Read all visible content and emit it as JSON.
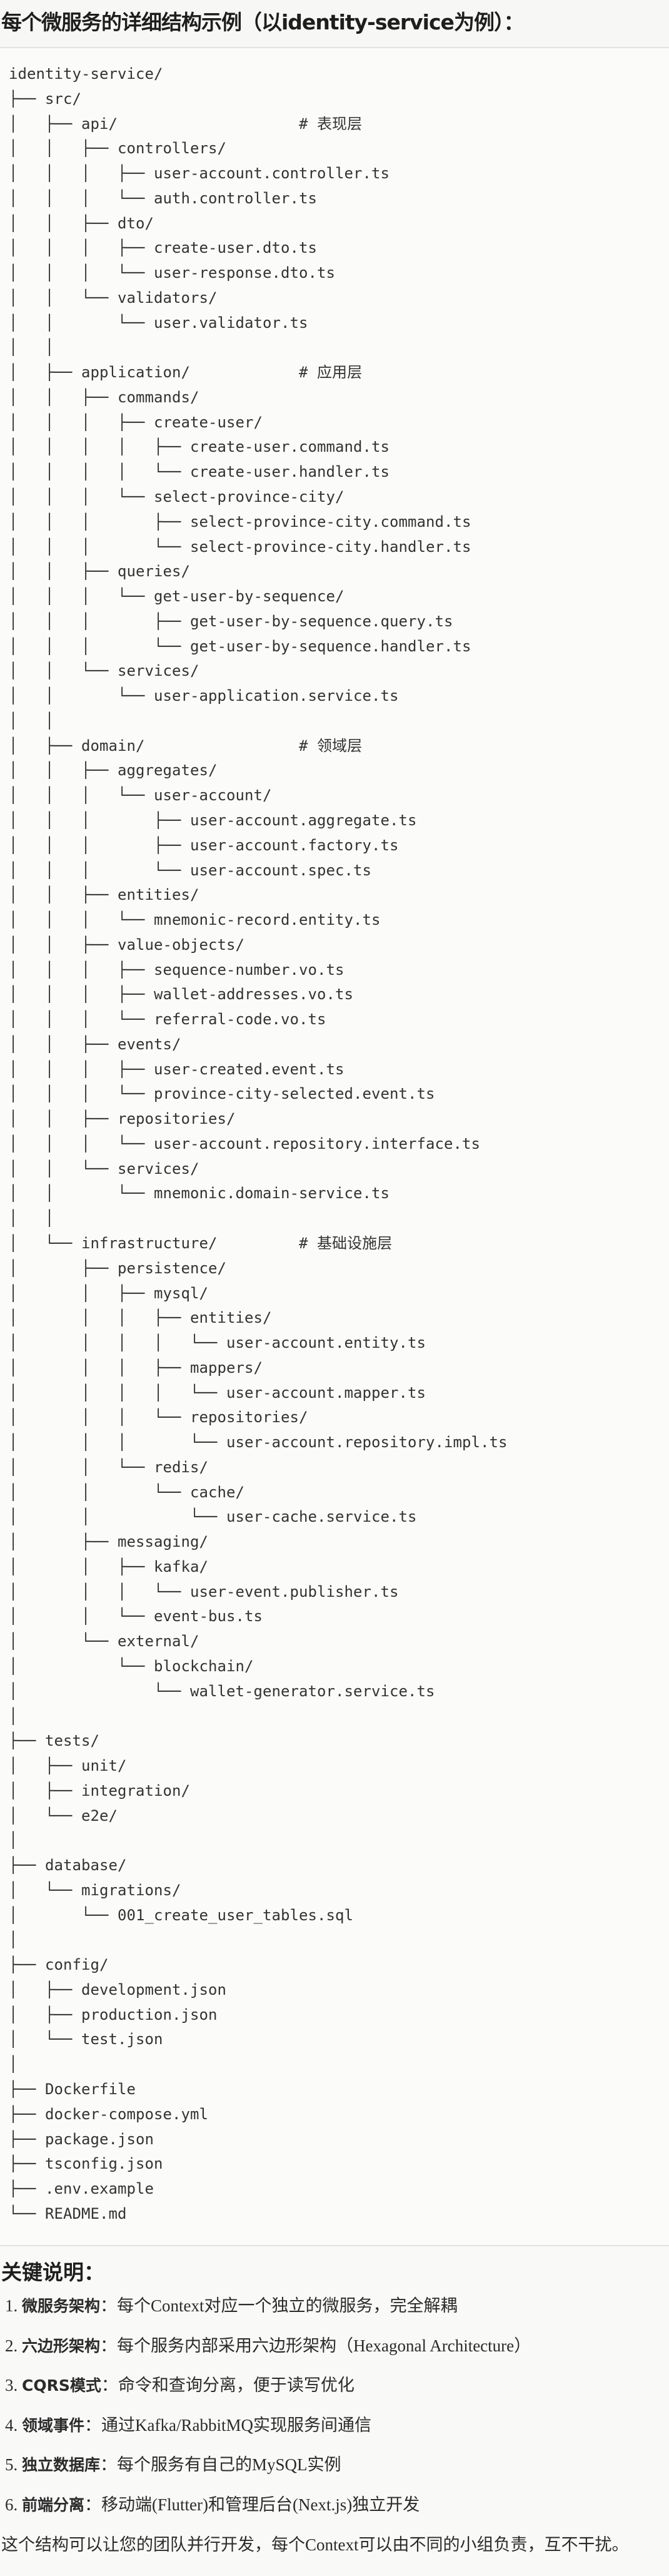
{
  "title": "每个微服务的详细结构示例（以identity-service为例）：",
  "tree": [
    "identity-service/",
    "├── src/",
    "│   ├── api/                    # 表现层",
    "│   │   ├── controllers/",
    "│   │   │   ├── user-account.controller.ts",
    "│   │   │   └── auth.controller.ts",
    "│   │   ├── dto/",
    "│   │   │   ├── create-user.dto.ts",
    "│   │   │   └── user-response.dto.ts",
    "│   │   └── validators/",
    "│   │       └── user.validator.ts",
    "│   │",
    "│   ├── application/            # 应用层",
    "│   │   ├── commands/",
    "│   │   │   ├── create-user/",
    "│   │   │   │   ├── create-user.command.ts",
    "│   │   │   │   └── create-user.handler.ts",
    "│   │   │   └── select-province-city/",
    "│   │   │       ├── select-province-city.command.ts",
    "│   │   │       └── select-province-city.handler.ts",
    "│   │   ├── queries/",
    "│   │   │   └── get-user-by-sequence/",
    "│   │   │       ├── get-user-by-sequence.query.ts",
    "│   │   │       └── get-user-by-sequence.handler.ts",
    "│   │   └── services/",
    "│   │       └── user-application.service.ts",
    "│   │",
    "│   ├── domain/                 # 领域层",
    "│   │   ├── aggregates/",
    "│   │   │   └── user-account/",
    "│   │   │       ├── user-account.aggregate.ts",
    "│   │   │       ├── user-account.factory.ts",
    "│   │   │       └── user-account.spec.ts",
    "│   │   ├── entities/",
    "│   │   │   └── mnemonic-record.entity.ts",
    "│   │   ├── value-objects/",
    "│   │   │   ├── sequence-number.vo.ts",
    "│   │   │   ├── wallet-addresses.vo.ts",
    "│   │   │   └── referral-code.vo.ts",
    "│   │   ├── events/",
    "│   │   │   ├── user-created.event.ts",
    "│   │   │   └── province-city-selected.event.ts",
    "│   │   ├── repositories/",
    "│   │   │   └── user-account.repository.interface.ts",
    "│   │   └── services/",
    "│   │       └── mnemonic.domain-service.ts",
    "│   │",
    "│   └── infrastructure/         # 基础设施层",
    "│       ├── persistence/",
    "│       │   ├── mysql/",
    "│       │   │   ├── entities/",
    "│       │   │   │   └── user-account.entity.ts",
    "│       │   │   ├── mappers/",
    "│       │   │   │   └── user-account.mapper.ts",
    "│       │   │   └── repositories/",
    "│       │   │       └── user-account.repository.impl.ts",
    "│       │   └── redis/",
    "│       │       └── cache/",
    "│       │           └── user-cache.service.ts",
    "│       ├── messaging/",
    "│       │   ├── kafka/",
    "│       │   │   └── user-event.publisher.ts",
    "│       │   └── event-bus.ts",
    "│       └── external/",
    "│           └── blockchain/",
    "│               └── wallet-generator.service.ts",
    "│",
    "├── tests/",
    "│   ├── unit/",
    "│   ├── integration/",
    "│   └── e2e/",
    "│",
    "├── database/",
    "│   └── migrations/",
    "│       └── 001_create_user_tables.sql",
    "│",
    "├── config/",
    "│   ├── development.json",
    "│   ├── production.json",
    "│   └── test.json",
    "│",
    "├── Dockerfile",
    "├── docker-compose.yml",
    "├── package.json",
    "├── tsconfig.json",
    "├── .env.example",
    "└── README.md"
  ],
  "notes": {
    "heading": "关键说明：",
    "items": [
      {
        "num": "1. ",
        "term": "微服务架构",
        "text": "：每个Context对应一个独立的微服务，完全解耦"
      },
      {
        "num": "2. ",
        "term": "六边形架构",
        "text": "：每个服务内部采用六边形架构（Hexagonal Architecture）"
      },
      {
        "num": "3. ",
        "term": "CQRS模式",
        "text": "：命令和查询分离，便于读写优化"
      },
      {
        "num": "4. ",
        "term": "领域事件",
        "text": "：通过Kafka/RabbitMQ实现服务间通信"
      },
      {
        "num": "5. ",
        "term": "独立数据库",
        "text": "：每个服务有自己的MySQL实例"
      },
      {
        "num": "6. ",
        "term": "前端分离",
        "text": "：移动端(Flutter)和管理后台(Next.js)独立开发"
      }
    ],
    "footer": "这个结构可以让您的团队并行开发，每个Context可以由不同的小组负责，互不干扰。"
  }
}
